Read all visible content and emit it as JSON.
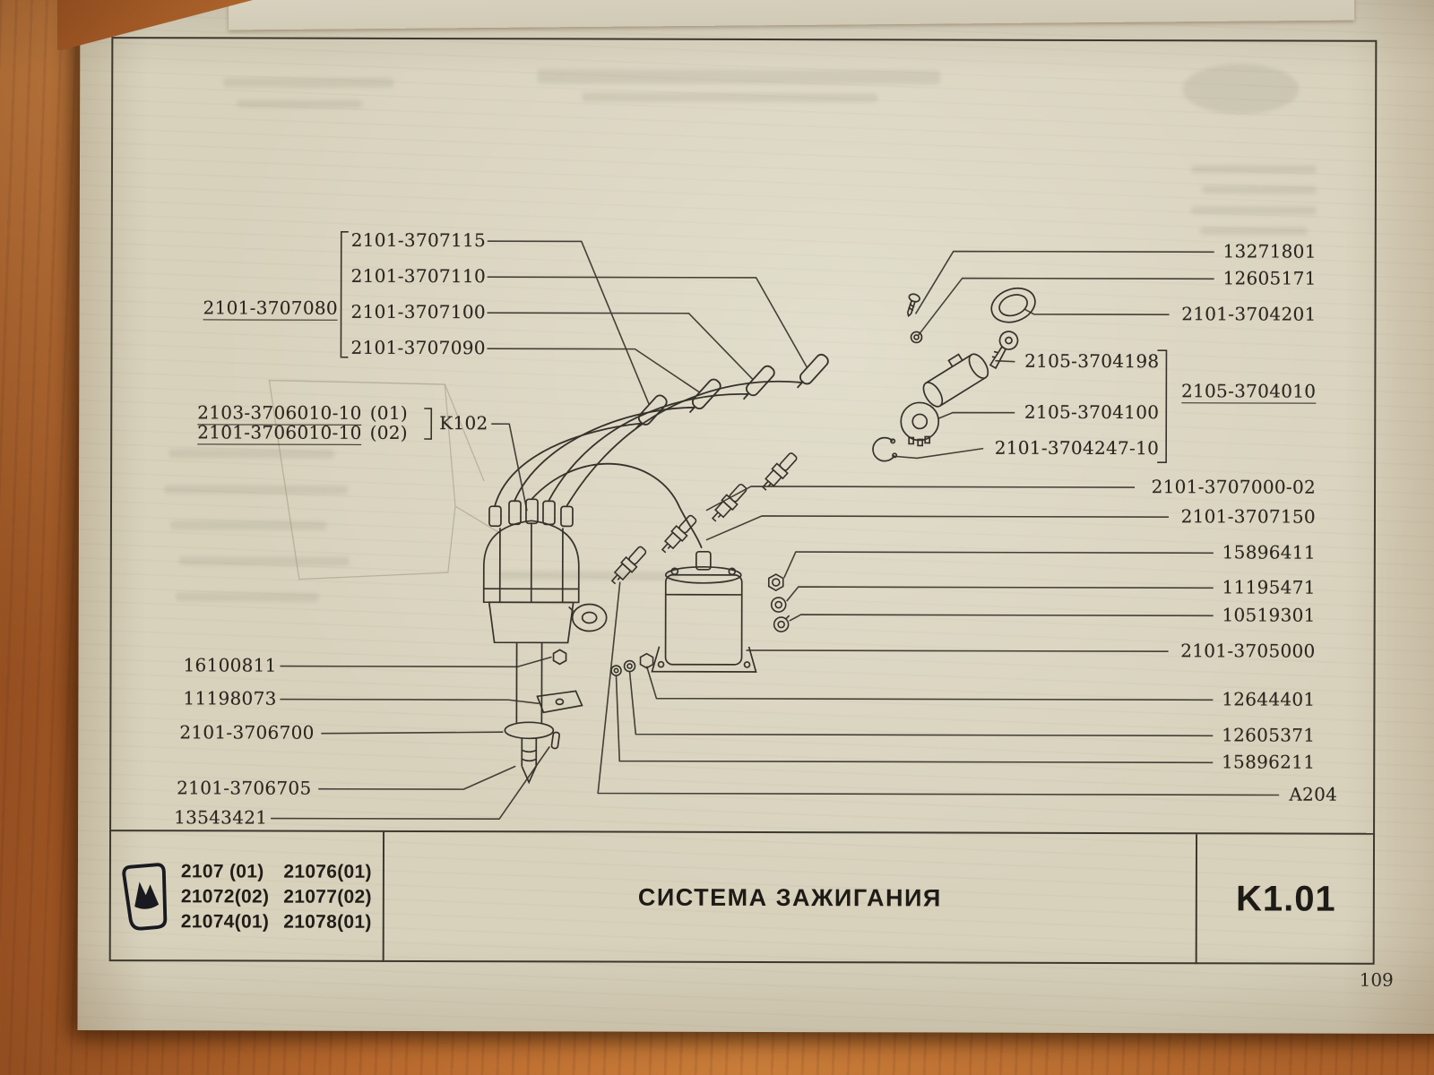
{
  "page_number": "109",
  "diagram": {
    "group_ref": "K102",
    "left_labels": [
      {
        "text": "2101-3707115"
      },
      {
        "text": "2101-3707110"
      },
      {
        "text": "2101-3707100"
      },
      {
        "text": "2101-3707090"
      },
      {
        "text": "2101-3707080"
      },
      {
        "text": "2103-3706010-10",
        "suffix": "(01)"
      },
      {
        "text": "2101-3706010-10",
        "suffix": "(02)"
      },
      {
        "text": "16100811"
      },
      {
        "text": "11198073"
      },
      {
        "text": "2101-3706700"
      },
      {
        "text": "2101-3706705"
      },
      {
        "text": "13543421"
      }
    ],
    "right_labels": [
      {
        "text": "13271801"
      },
      {
        "text": "12605171"
      },
      {
        "text": "2101-3704201"
      },
      {
        "text": "2105-3704198"
      },
      {
        "text": "2105-3704010"
      },
      {
        "text": "2105-3704100"
      },
      {
        "text": "2101-3704247-10"
      },
      {
        "text": "2101-3707000-02"
      },
      {
        "text": "2101-3707150"
      },
      {
        "text": "15896411"
      },
      {
        "text": "11195471"
      },
      {
        "text": "10519301"
      },
      {
        "text": "2101-3705000"
      },
      {
        "text": "12644401"
      },
      {
        "text": "12605371"
      },
      {
        "text": "15896211"
      },
      {
        "text": "A204"
      }
    ]
  },
  "title_block": {
    "title": "СИСТЕМА ЗАЖИГАНИЯ",
    "sheet_code": "K1.01",
    "logo_icon": "lada-ladya-logo",
    "models": [
      {
        "c1": "2107 (01)",
        "c2": "21076(01)"
      },
      {
        "c1": "21072(02)",
        "c2": "21077(02)"
      },
      {
        "c1": "21074(01)",
        "c2": "21078(01)"
      }
    ]
  },
  "colors": {
    "paper": "#d8d2bd",
    "ink": "#2c2922",
    "wood_table": "#b4662c"
  }
}
